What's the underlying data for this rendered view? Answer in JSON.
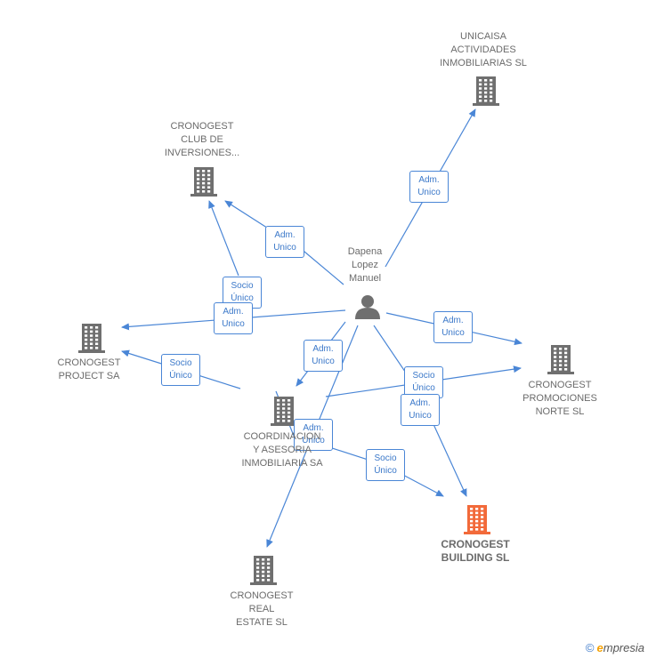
{
  "colors": {
    "edge": "#4a86d6",
    "company_icon": "#6f6f6f",
    "focus_icon": "#f26a3a",
    "person_icon": "#6f6f6f",
    "label_text": "#6b6b6b"
  },
  "nodes": [
    {
      "id": "person",
      "kind": "person",
      "label": "Dapena\nLopez\nManuel"
    },
    {
      "id": "unicaisa",
      "kind": "company",
      "label": "UNICAISA\nACTIVIDADES\nINMOBILIARIAS SL"
    },
    {
      "id": "club",
      "kind": "company",
      "label": "CRONOGEST\nCLUB DE\nINVERSIONES..."
    },
    {
      "id": "project",
      "kind": "company",
      "label": "CRONOGEST\nPROJECT SA"
    },
    {
      "id": "promociones",
      "kind": "company",
      "label": "CRONOGEST\nPROMOCIONES\nNORTE  SL"
    },
    {
      "id": "coordinacion",
      "kind": "company",
      "label": "COORDINACION\nY ASESORIA\nINMOBILIARIA SA"
    },
    {
      "id": "building",
      "kind": "focus",
      "label": "CRONOGEST\nBUILDING  SL"
    },
    {
      "id": "realestate",
      "kind": "company",
      "label": "CRONOGEST\nREAL\nESTATE  SL"
    }
  ],
  "edges": [
    {
      "id": "e1",
      "label": "Adm.\nUnico"
    },
    {
      "id": "e2",
      "label": "Adm.\nUnico"
    },
    {
      "id": "e3",
      "label": "Socio\nÚnico"
    },
    {
      "id": "e4",
      "label": "Adm.\nUnico"
    },
    {
      "id": "e5",
      "label": "Socio\nÚnico"
    },
    {
      "id": "e6",
      "label": "Adm.\nUnico"
    },
    {
      "id": "e7",
      "label": "Adm.\nUnico"
    },
    {
      "id": "e8",
      "label": "Socio\nÚnico"
    },
    {
      "id": "e9",
      "label": "Adm.\nUnico"
    },
    {
      "id": "e10",
      "label": "Adm.\nUnico"
    },
    {
      "id": "e11",
      "label": "Socio\nÚnico"
    }
  ],
  "footer": {
    "copyright": "©",
    "brand_initial": "e",
    "brand_rest": "mpresia"
  }
}
